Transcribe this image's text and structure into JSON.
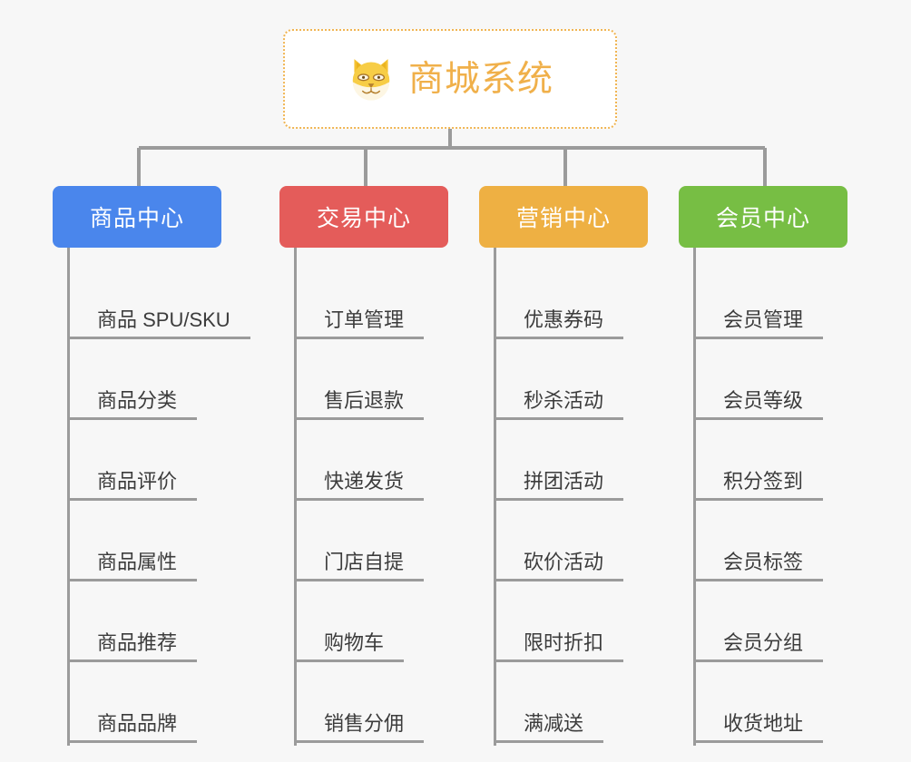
{
  "diagram": {
    "type": "org-chart",
    "background_color": "#f7f7f7",
    "connector_color": "#9b9b9b",
    "root": {
      "title": "商城系统",
      "icon": "shiba-dog-face-emoji",
      "border_color": "#f0b553",
      "text_color": "#f0b04a",
      "fill_color": "#ffffff"
    },
    "columns": [
      {
        "id": "product-center",
        "title": "商品中心",
        "color": "#4a86ec",
        "items": [
          {
            "label": "商品 SPU/SKU"
          },
          {
            "label": "商品分类"
          },
          {
            "label": "商品评价"
          },
          {
            "label": "商品属性"
          },
          {
            "label": "商品推荐"
          },
          {
            "label": "商品品牌"
          }
        ]
      },
      {
        "id": "trade-center",
        "title": "交易中心",
        "color": "#e45c5a",
        "items": [
          {
            "label": "订单管理"
          },
          {
            "label": "售后退款"
          },
          {
            "label": "快递发货"
          },
          {
            "label": "门店自提"
          },
          {
            "label": "购物车"
          },
          {
            "label": "销售分佣"
          }
        ]
      },
      {
        "id": "marketing-center",
        "title": "营销中心",
        "color": "#eeb043",
        "items": [
          {
            "label": "优惠券码"
          },
          {
            "label": "秒杀活动"
          },
          {
            "label": "拼团活动"
          },
          {
            "label": "砍价活动"
          },
          {
            "label": "限时折扣"
          },
          {
            "label": "满减送"
          }
        ]
      },
      {
        "id": "member-center",
        "title": "会员中心",
        "color": "#77be44",
        "items": [
          {
            "label": "会员管理"
          },
          {
            "label": "会员等级"
          },
          {
            "label": "积分签到"
          },
          {
            "label": "会员标签"
          },
          {
            "label": "会员分组"
          },
          {
            "label": "收货地址"
          }
        ]
      }
    ]
  }
}
